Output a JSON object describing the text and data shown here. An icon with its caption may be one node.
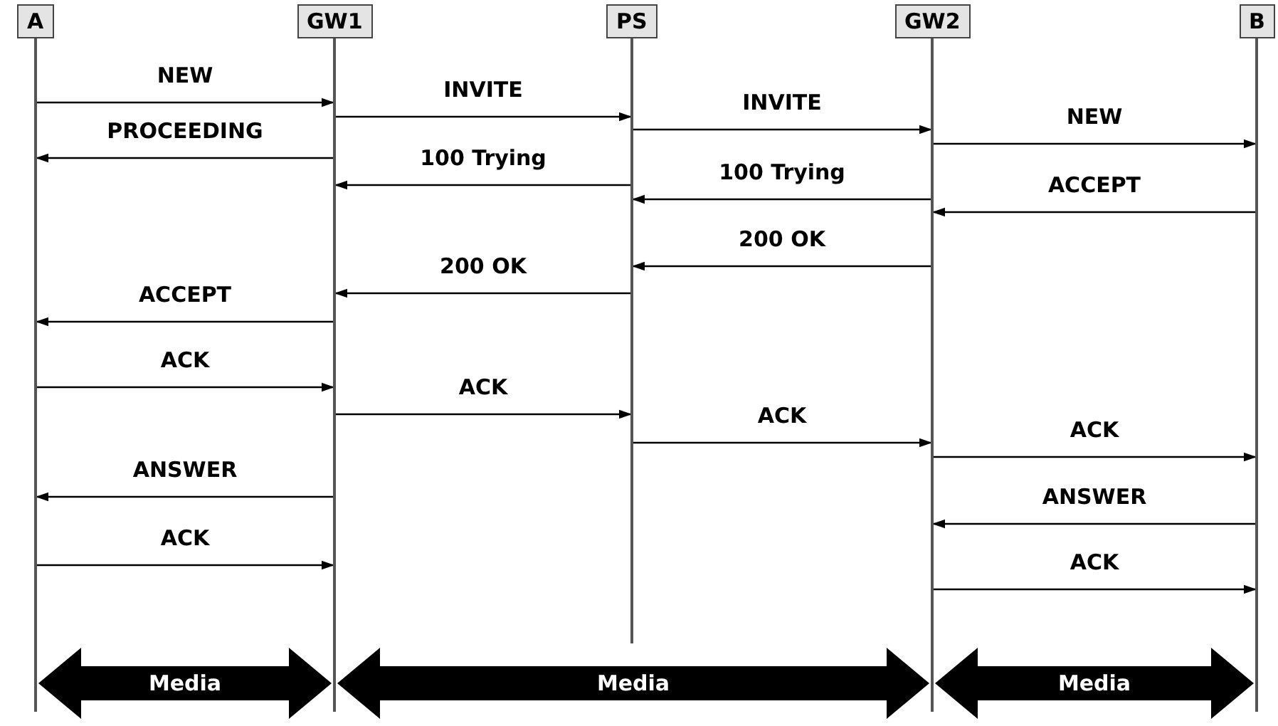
{
  "diagram": {
    "nodes": [
      {
        "text": [
          "A"
        ]
      },
      {
        "text": [
          "GW1"
        ]
      },
      {
        "text": [
          "PS"
        ]
      },
      {
        "text": [
          "GW2"
        ]
      },
      {
        "text": [
          "B"
        ]
      }
    ],
    "edges": [
      {
        "from": 0,
        "to": 1,
        "arrow": "to",
        "label": "NEW"
      },
      {
        "from": 1,
        "to": 2,
        "arrow": "to",
        "label": "INVITE"
      },
      {
        "from": 2,
        "to": 3,
        "arrow": "to",
        "label": "INVITE"
      },
      {
        "from": 3,
        "to": 4,
        "arrow": "to",
        "label": "NEW"
      },
      {
        "from": 1,
        "to": 0,
        "arrow": "to",
        "label": "PROCEEDING"
      },
      {
        "from": 2,
        "to": 1,
        "arrow": "to",
        "label": "100 Trying"
      },
      {
        "from": 3,
        "to": 2,
        "arrow": "to",
        "label": "100 Trying"
      },
      {
        "from": 4,
        "to": 3,
        "arrow": "to",
        "label": "ACCEPT"
      },
      {
        "from": 3,
        "to": 2,
        "arrow": "to",
        "label": "200 OK"
      },
      {
        "from": 2,
        "to": 1,
        "arrow": "to",
        "label": "200 OK"
      },
      {
        "from": 1,
        "to": 0,
        "arrow": "to",
        "label": "ACCEPT"
      },
      {
        "from": 0,
        "to": 1,
        "arrow": "to",
        "label": "ACK"
      },
      {
        "from": 1,
        "to": 2,
        "arrow": "to",
        "label": "ACK"
      },
      {
        "from": 2,
        "to": 3,
        "arrow": "to",
        "label": "ACK"
      },
      {
        "from": 3,
        "to": 4,
        "arrow": "to",
        "label": "ACK"
      },
      {
        "from": 1,
        "to": 0,
        "arrow": "to",
        "label": "ANSWER"
      },
      {
        "from": 4,
        "to": 3,
        "arrow": "to",
        "label": "ANSWER"
      },
      {
        "from": 0,
        "to": 1,
        "arrow": "to",
        "label": "ACK"
      },
      {
        "from": 3,
        "to": 4,
        "arrow": "to",
        "label": "ACK"
      },
      {
        "from": 0,
        "to": 1,
        "arrow": "both",
        "label": "Media",
        "style": "thick"
      },
      {
        "from": 1,
        "to": 3,
        "arrow": "both",
        "label": "Media",
        "style": "thick"
      },
      {
        "from": 3,
        "to": 4,
        "arrow": "both",
        "label": "Media",
        "style": "thick"
      }
    ]
  }
}
